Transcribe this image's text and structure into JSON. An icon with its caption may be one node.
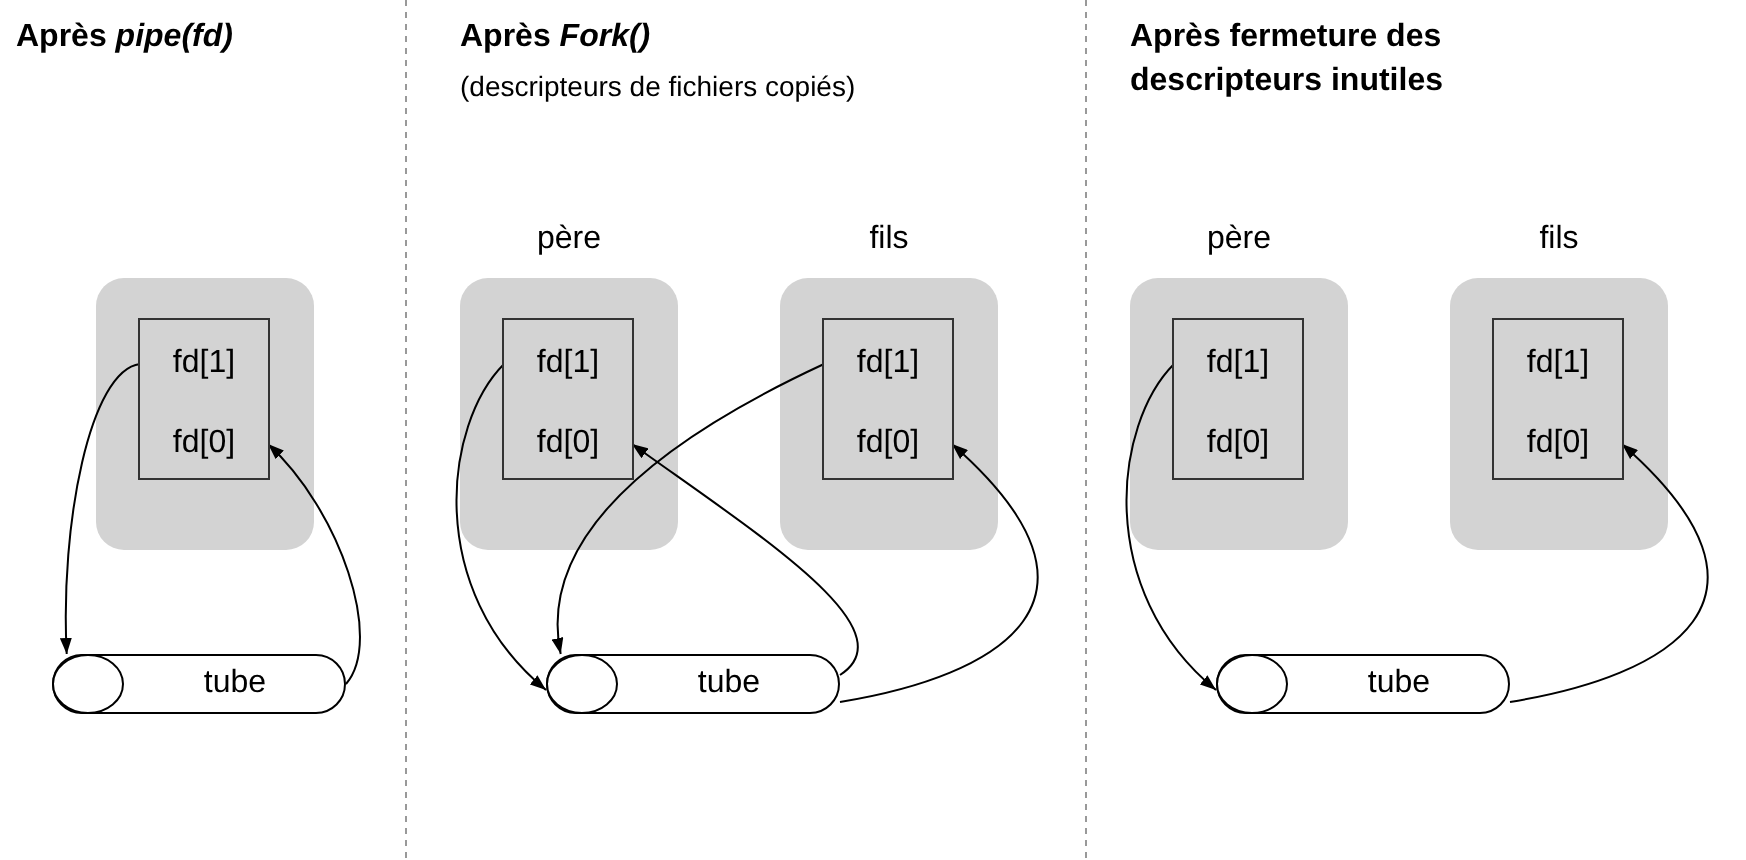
{
  "diagram": {
    "nodes": [
      {
        "text": [],
        "shape": "box"
      },
      {
        "text": [],
        "shape": "box",
        "in": 0
      },
      {
        "text": [
          "fd[1]"
        ],
        "in": 1
      },
      {
        "text": [
          "fd[0]"
        ],
        "in": 1
      },
      {
        "text": [
          "tube"
        ]
      },
      {
        "text": [
          "père"
        ]
      },
      {
        "text": [],
        "shape": "box",
        "in": 5
      },
      {
        "text": [
          "fd[1]"
        ],
        "in": 6
      },
      {
        "text": [
          "fd[0]"
        ],
        "in": 6
      },
      {
        "text": [
          "fils"
        ]
      },
      {
        "text": [],
        "shape": "box",
        "in": 9
      },
      {
        "text": [
          "fd[1]"
        ],
        "in": 10
      },
      {
        "text": [
          "fd[0]"
        ],
        "in": 10
      },
      {
        "text": [
          "tube"
        ]
      },
      {
        "text": [
          "père"
        ]
      },
      {
        "text": [],
        "shape": "box",
        "in": 14
      },
      {
        "text": [
          "fd[1]"
        ],
        "in": 15
      },
      {
        "text": [
          "fd[0]"
        ],
        "in": 15
      },
      {
        "text": [
          "fils"
        ]
      },
      {
        "text": [],
        "shape": "box",
        "in": 18
      },
      {
        "text": [
          "fd[1]"
        ],
        "in": 19
      },
      {
        "text": [
          "fd[0]"
        ],
        "in": 19
      },
      {
        "text": [
          "tube"
        ]
      }
    ],
    "edges": [
      {
        "from": 2,
        "to": 4,
        "arrow": "to"
      },
      {
        "from": 4,
        "to": 3,
        "arrow": "to"
      },
      {
        "from": 7,
        "to": 13,
        "arrow": "to"
      },
      {
        "from": 11,
        "to": 13,
        "arrow": "to"
      },
      {
        "from": 13,
        "to": 8,
        "arrow": "to"
      },
      {
        "from": 13,
        "to": 12,
        "arrow": "to"
      },
      {
        "from": 16,
        "to": 22,
        "arrow": "to"
      },
      {
        "from": 22,
        "to": 21,
        "arrow": "to"
      }
    ],
    "labels": [
      "Après *pipe(fd)*",
      "Après *Fork()*",
      "(descripteurs de fichiers copiés)",
      "Après fermeture des descripteurs inutiles"
    ]
  }
}
